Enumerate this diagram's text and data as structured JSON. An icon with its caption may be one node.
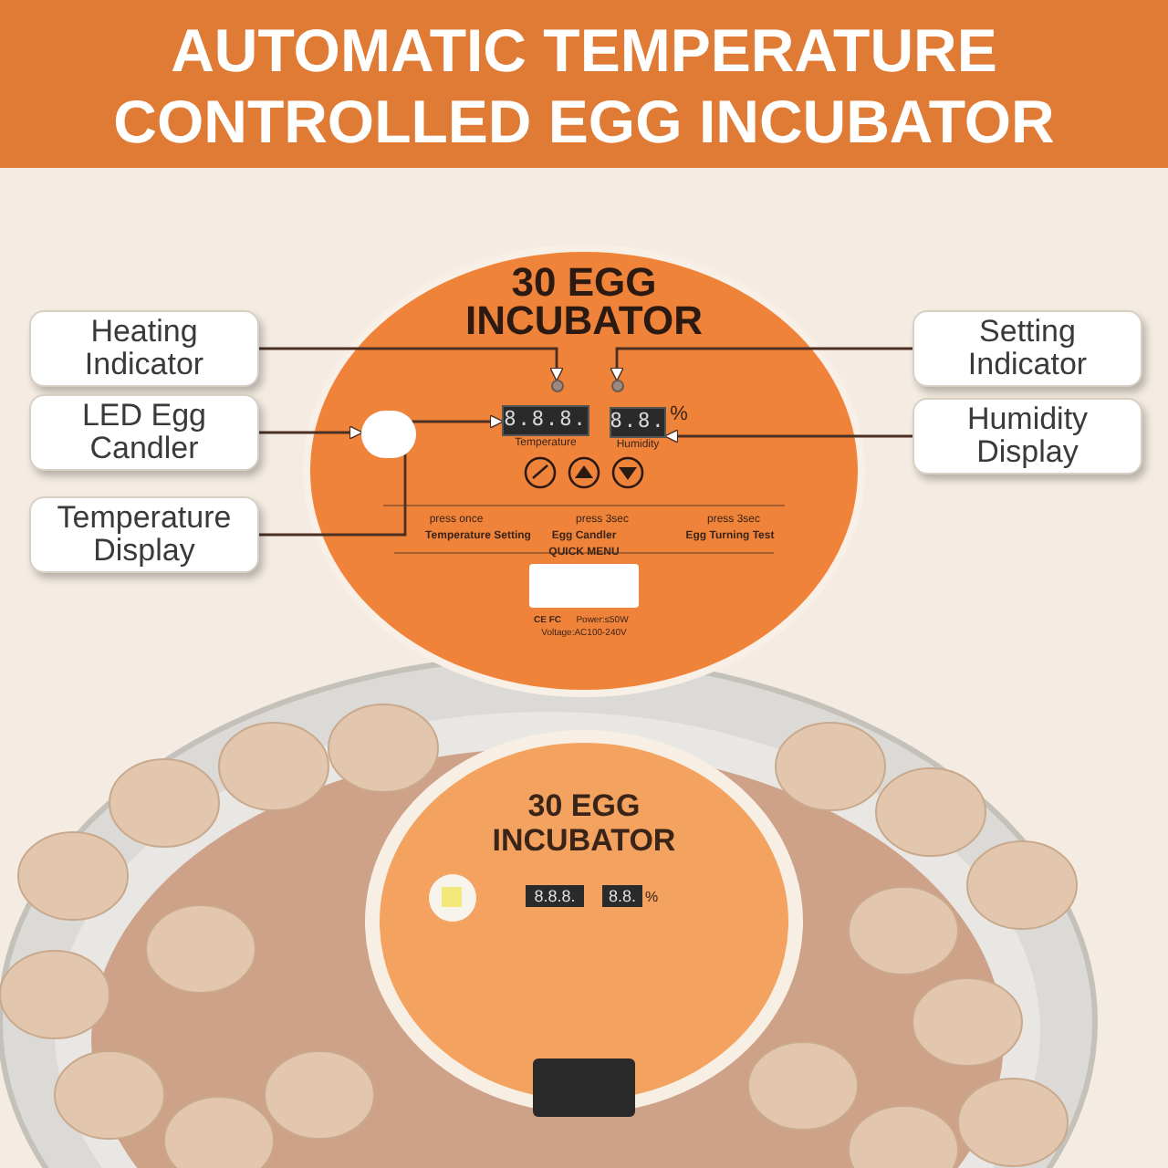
{
  "diagram": {
    "title": "AUTOMATIC TEMPERATURE CONTROLLED EGG INCUBATOR",
    "nodes": [
      {
        "text": [
          "Heating Indicator"
        ]
      },
      {
        "text": [
          "Setting Indicator"
        ]
      },
      {
        "text": [
          "LED Egg Candler"
        ]
      },
      {
        "text": [
          "Humidity Display"
        ]
      },
      {
        "text": [
          "Temperature Display"
        ]
      },
      {
        "text": [],
        "shape": "circle"
      },
      {
        "text": [],
        "shape": "circle"
      },
      {
        "text": [],
        "shape": "circle"
      },
      {
        "text": [
          "8.8.8."
        ],
        "beside": [
          "Temperature"
        ]
      },
      {
        "text": [
          "8.8."
        ],
        "beside": [
          "%",
          "Humidity"
        ]
      }
    ],
    "edges": [
      {
        "from": 0,
        "to": 5,
        "arrow": "to"
      },
      {
        "from": 1,
        "to": 6,
        "arrow": "to"
      },
      {
        "from": 2,
        "to": 7,
        "arrow": "to"
      },
      {
        "from": 3,
        "to": 9,
        "arrow": "to"
      },
      {
        "from": 4,
        "to": 8,
        "arrow": "to"
      }
    ],
    "labels": [
      "30 EGG",
      "INCUBATOR",
      "press once",
      "press 3sec",
      "press 3sec",
      "Temperature Setting",
      "Egg Candler",
      "Egg Turning Test",
      "QUICK MENU",
      "CE FC",
      "Power:≤50W",
      "Voltage:AC100-240V",
      "30 EGG",
      "INCUBATOR",
      "8.8.8.",
      "8.8.",
      "%"
    ]
  }
}
